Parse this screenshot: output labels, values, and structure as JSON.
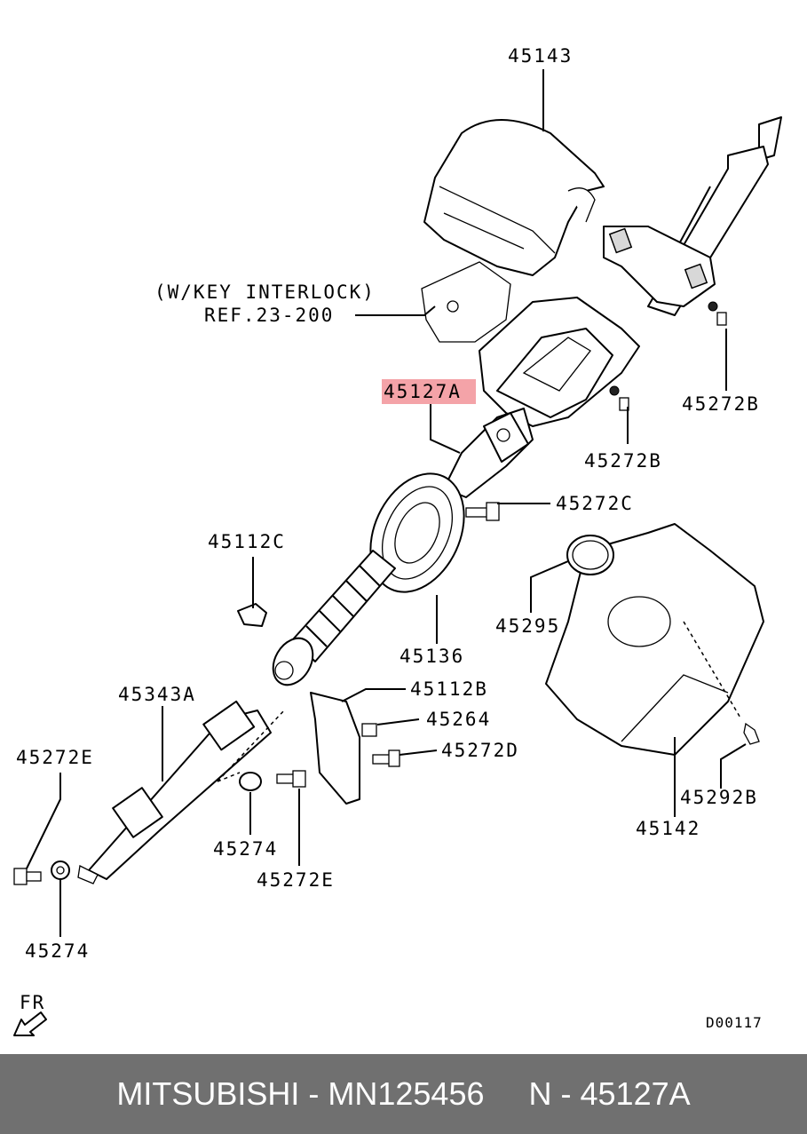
{
  "diagram": {
    "labels": {
      "p45143": "45143",
      "interlock_line1": "(W/KEY INTERLOCK)",
      "interlock_line2": "REF.23-200",
      "p45127a": "45127A",
      "p45272b_1": "45272B",
      "p45272b_2": "45272B",
      "p45272c": "45272C",
      "p45112c": "45112C",
      "p45136": "45136",
      "p45295": "45295",
      "p45343a": "45343A",
      "p45112b": "45112B",
      "p45264": "45264",
      "p45272d": "45272D",
      "p45272e_1": "45272E",
      "p45274_1": "45274",
      "p45272e_2": "45272E",
      "p45292b": "45292B",
      "p45142": "45142",
      "p45274_2": "45274",
      "fr": "FR",
      "code": "D00117"
    },
    "highlight_color": "#f4a3a8"
  },
  "footer": {
    "brand_part": "MITSUBISHI - MN125456",
    "ref": "N - 45127A"
  }
}
